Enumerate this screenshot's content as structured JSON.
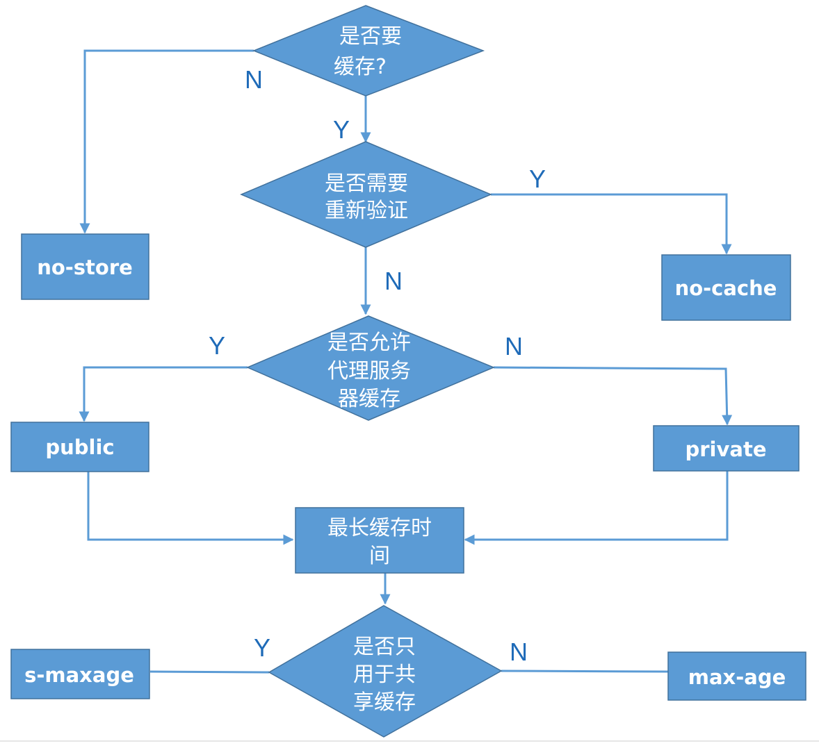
{
  "decisions": {
    "cache": {
      "lines": [
        "是否要",
        "缓存?"
      ]
    },
    "revalidate": {
      "lines": [
        "是否需要",
        "重新验证"
      ]
    },
    "proxy": {
      "lines": [
        "是否允许",
        "代理服务",
        "器缓存"
      ]
    },
    "shared": {
      "lines": [
        "是否只",
        "用于共",
        "享缓存"
      ]
    }
  },
  "boxes": {
    "no_store": "no-store",
    "no_cache": "no-cache",
    "public": "public",
    "private": "private",
    "max_time": [
      "最长缓存时",
      "间"
    ],
    "s_maxage": "s-maxage",
    "max_age": "max-age"
  },
  "edge_labels": {
    "cache_no": "N",
    "cache_yes": "Y",
    "revalidate_yes": "Y",
    "revalidate_no": "N",
    "proxy_yes": "Y",
    "proxy_no": "N",
    "shared_yes": "Y",
    "shared_no": "N"
  },
  "colors": {
    "node_fill": "#5b9bd5",
    "node_border": "#41719c",
    "connector": "#5b9bd5",
    "label": "#1f6bb8",
    "node_text": "#ffffff"
  }
}
